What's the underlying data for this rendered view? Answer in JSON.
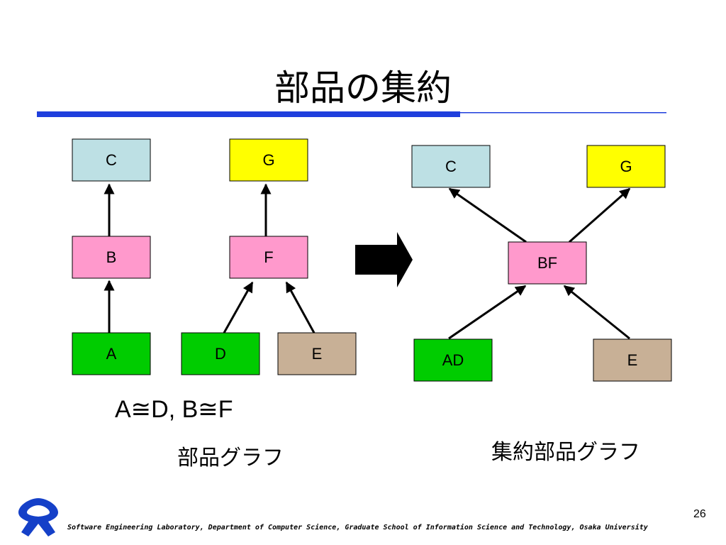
{
  "slide": {
    "title": "部品の集約",
    "equivalence": "A≅D,  B≅F",
    "caption_left": "部品グラフ",
    "caption_right": "集約部品グラフ",
    "page_number": "26",
    "footer": "Software Engineering Laboratory, Department of Computer Science, Graduate School of Information Science and Technology, Osaka University"
  },
  "colors": {
    "light_blue": "#bde0e4",
    "yellow": "#ffff00",
    "pink": "#ff99cc",
    "green": "#00cc00",
    "tan": "#c8b096",
    "accent_blue": "#1f3fdd"
  },
  "graph_left": {
    "nodes": {
      "C": "C",
      "G": "G",
      "B": "B",
      "F": "F",
      "A": "A",
      "D": "D",
      "E": "E"
    },
    "edges": [
      [
        "B",
        "C"
      ],
      [
        "A",
        "B"
      ],
      [
        "F",
        "G"
      ],
      [
        "D",
        "F"
      ],
      [
        "E",
        "F"
      ]
    ]
  },
  "graph_right": {
    "nodes": {
      "C": "C",
      "G": "G",
      "BF": "BF",
      "AD": "AD",
      "E": "E"
    },
    "edges": [
      [
        "BF",
        "C"
      ],
      [
        "BF",
        "G"
      ],
      [
        "AD",
        "BF"
      ],
      [
        "E",
        "BF"
      ]
    ]
  },
  "icons": {
    "logo": "osaka-university-logo-icon",
    "arrow": "right-arrow-icon"
  }
}
